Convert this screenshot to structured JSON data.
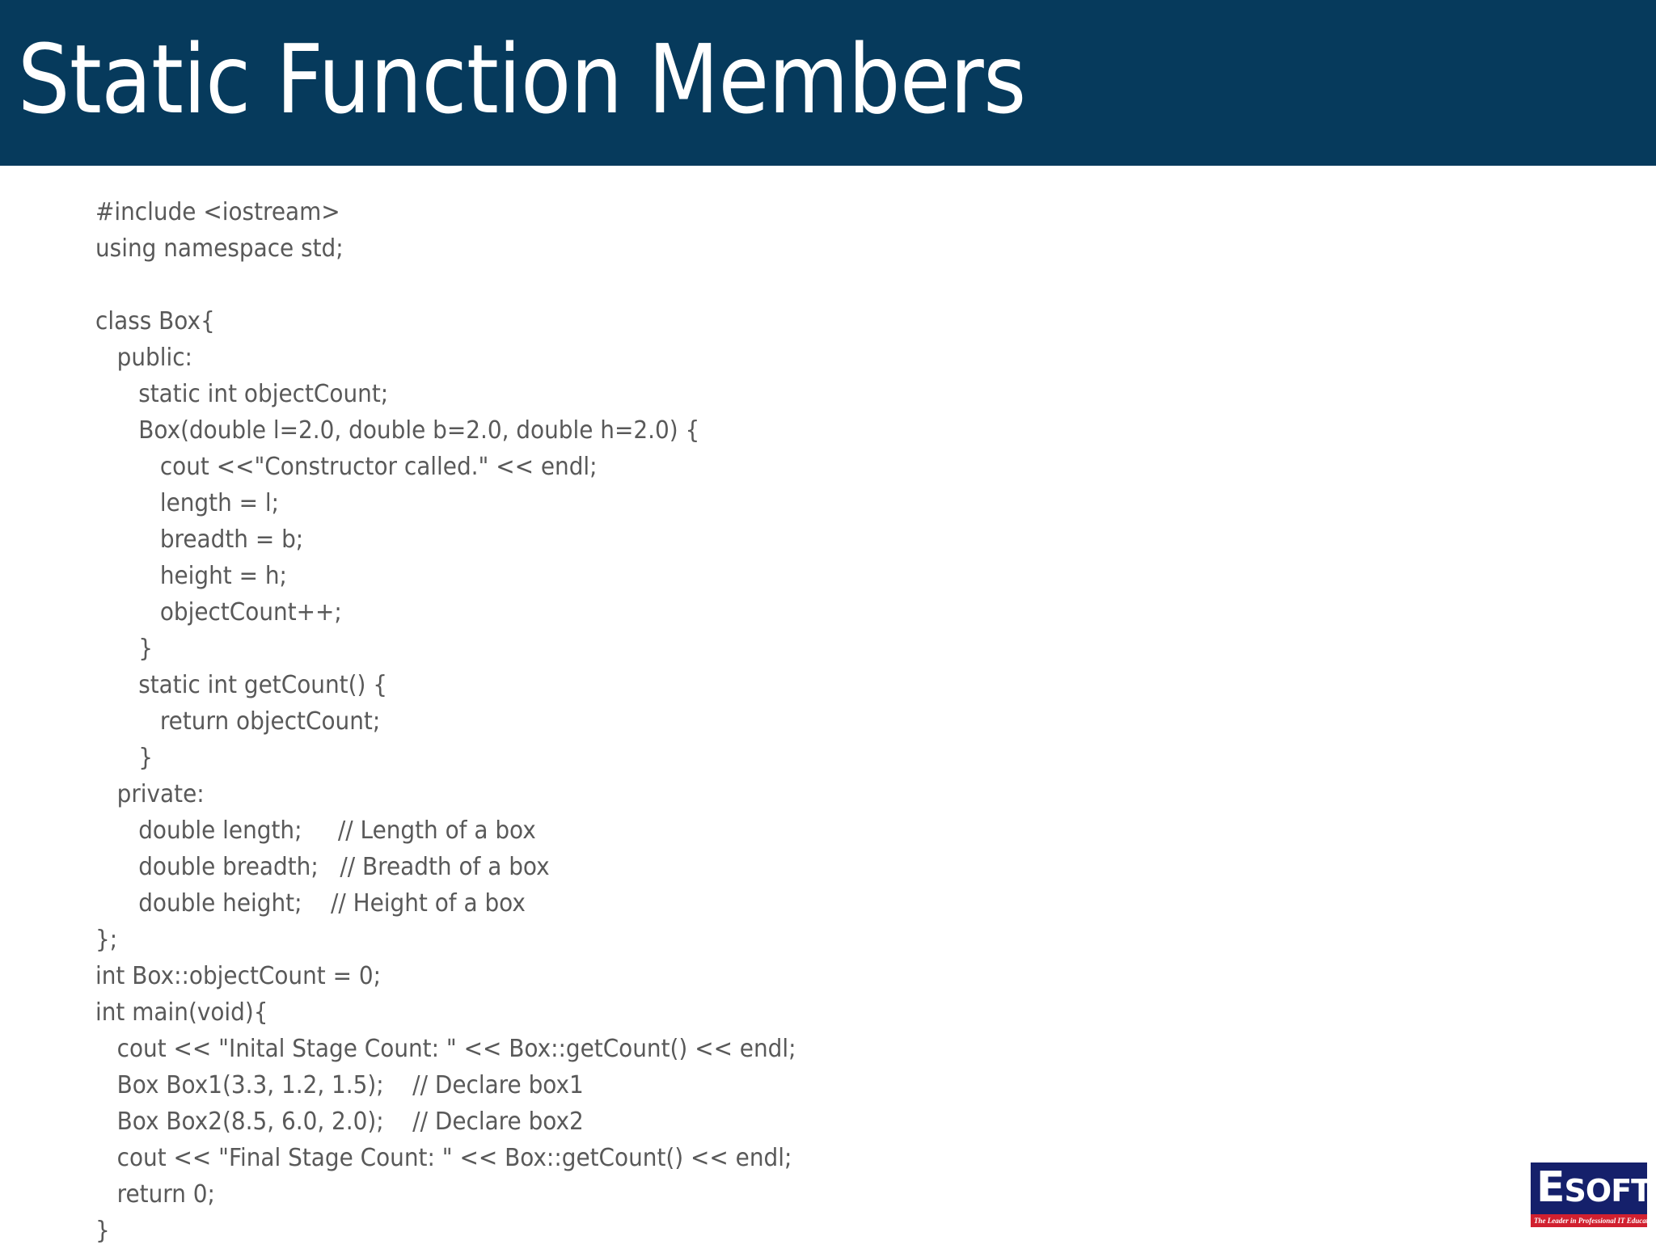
{
  "slide": {
    "title": "Static Function Members",
    "title_band_color": "#063A5C",
    "background_color": "#FFFFFF",
    "code_text_color": "#595959"
  },
  "code": {
    "language": "cpp",
    "lines": [
      "#include <iostream>",
      "using namespace std;",
      "",
      "class Box{",
      "   public:",
      "      static int objectCount;",
      "      Box(double l=2.0, double b=2.0, double h=2.0) {",
      "         cout <<\"Constructor called.\" << endl;",
      "         length = l;",
      "         breadth = b;",
      "         height = h;",
      "         objectCount++;",
      "      }",
      "      static int getCount() {",
      "         return objectCount;",
      "      }",
      "   private:",
      "      double length;     // Length of a box",
      "      double breadth;   // Breadth of a box",
      "      double height;    // Height of a box",
      "};",
      "int Box::objectCount = 0;",
      "int main(void){",
      "   cout << \"Inital Stage Count: \" << Box::getCount() << endl;",
      "   Box Box1(3.3, 1.2, 1.5);    // Declare box1",
      "   Box Box2(8.5, 6.0, 2.0);    // Declare box2",
      "   cout << \"Final Stage Count: \" << Box::getCount() << endl;",
      "   return 0;",
      "}"
    ]
  },
  "logo": {
    "brand_first_letter": "E",
    "brand_rest": "SOFT",
    "tagline": "The Leader in Professional IT Education",
    "plate_color": "#15206B",
    "tagbar_color": "#D1202F"
  }
}
